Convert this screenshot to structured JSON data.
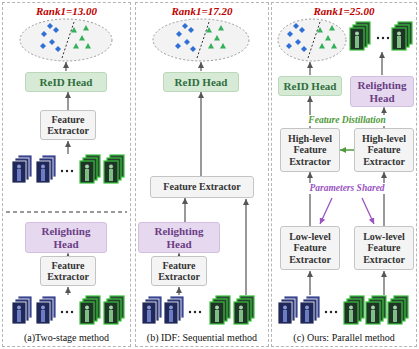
{
  "diagram": {
    "nodes": [
      {
        "text": [
          "Rank1=13.00",
          "(a)Two-stage method"
        ]
      },
      {
        "text": [
          "ReID Head"
        ],
        "in": 0
      },
      {
        "text": [
          "Feature Extractor"
        ],
        "in": 0
      },
      {
        "text": [
          "Relighting Head"
        ],
        "in": 0
      },
      {
        "text": [
          "Feature Extractor"
        ],
        "in": 0
      },
      {
        "text": [
          "Rank1=17.20",
          "(b) IDF: Sequential method"
        ]
      },
      {
        "text": [
          "ReID Head"
        ],
        "in": 5
      },
      {
        "text": [
          "Feature Extractor"
        ],
        "in": 5
      },
      {
        "text": [
          "Relighting Head"
        ],
        "in": 5
      },
      {
        "text": [
          "Feature Extractor"
        ],
        "in": 5
      },
      {
        "text": [
          "Rank1=25.00",
          "(c) Ours: Parallel method"
        ]
      },
      {
        "text": [
          "ReID Head"
        ],
        "in": 10
      },
      {
        "text": [
          "Relighting Head"
        ],
        "in": 10
      },
      {
        "text": [
          "High-level Feature Extractor"
        ],
        "in": 10
      },
      {
        "text": [
          "High-level Feature Extractor"
        ],
        "in": 10
      },
      {
        "text": [
          "Low-level Feature Extractor"
        ],
        "in": 10
      },
      {
        "text": [
          "Low-level Feature Extractor"
        ],
        "in": 10
      }
    ],
    "edges": [
      {
        "from": 2,
        "to": 1,
        "arrow": "to"
      },
      {
        "from": 4,
        "to": 3,
        "arrow": "to"
      },
      {
        "from": 7,
        "to": 6,
        "arrow": "to"
      },
      {
        "from": 9,
        "to": 8,
        "arrow": "to"
      },
      {
        "from": 8,
        "to": 7,
        "arrow": "to"
      },
      {
        "from": 13,
        "to": 11,
        "arrow": "to"
      },
      {
        "from": 14,
        "to": 12,
        "arrow": "to"
      },
      {
        "from": 14,
        "to": 13,
        "label": "Feature Distillation",
        "arrow": "to"
      },
      {
        "from": 15,
        "to": 13,
        "arrow": "to"
      },
      {
        "from": 16,
        "to": 14,
        "arrow": "to"
      }
    ],
    "labels": [
      "Parameters Shared"
    ]
  }
}
